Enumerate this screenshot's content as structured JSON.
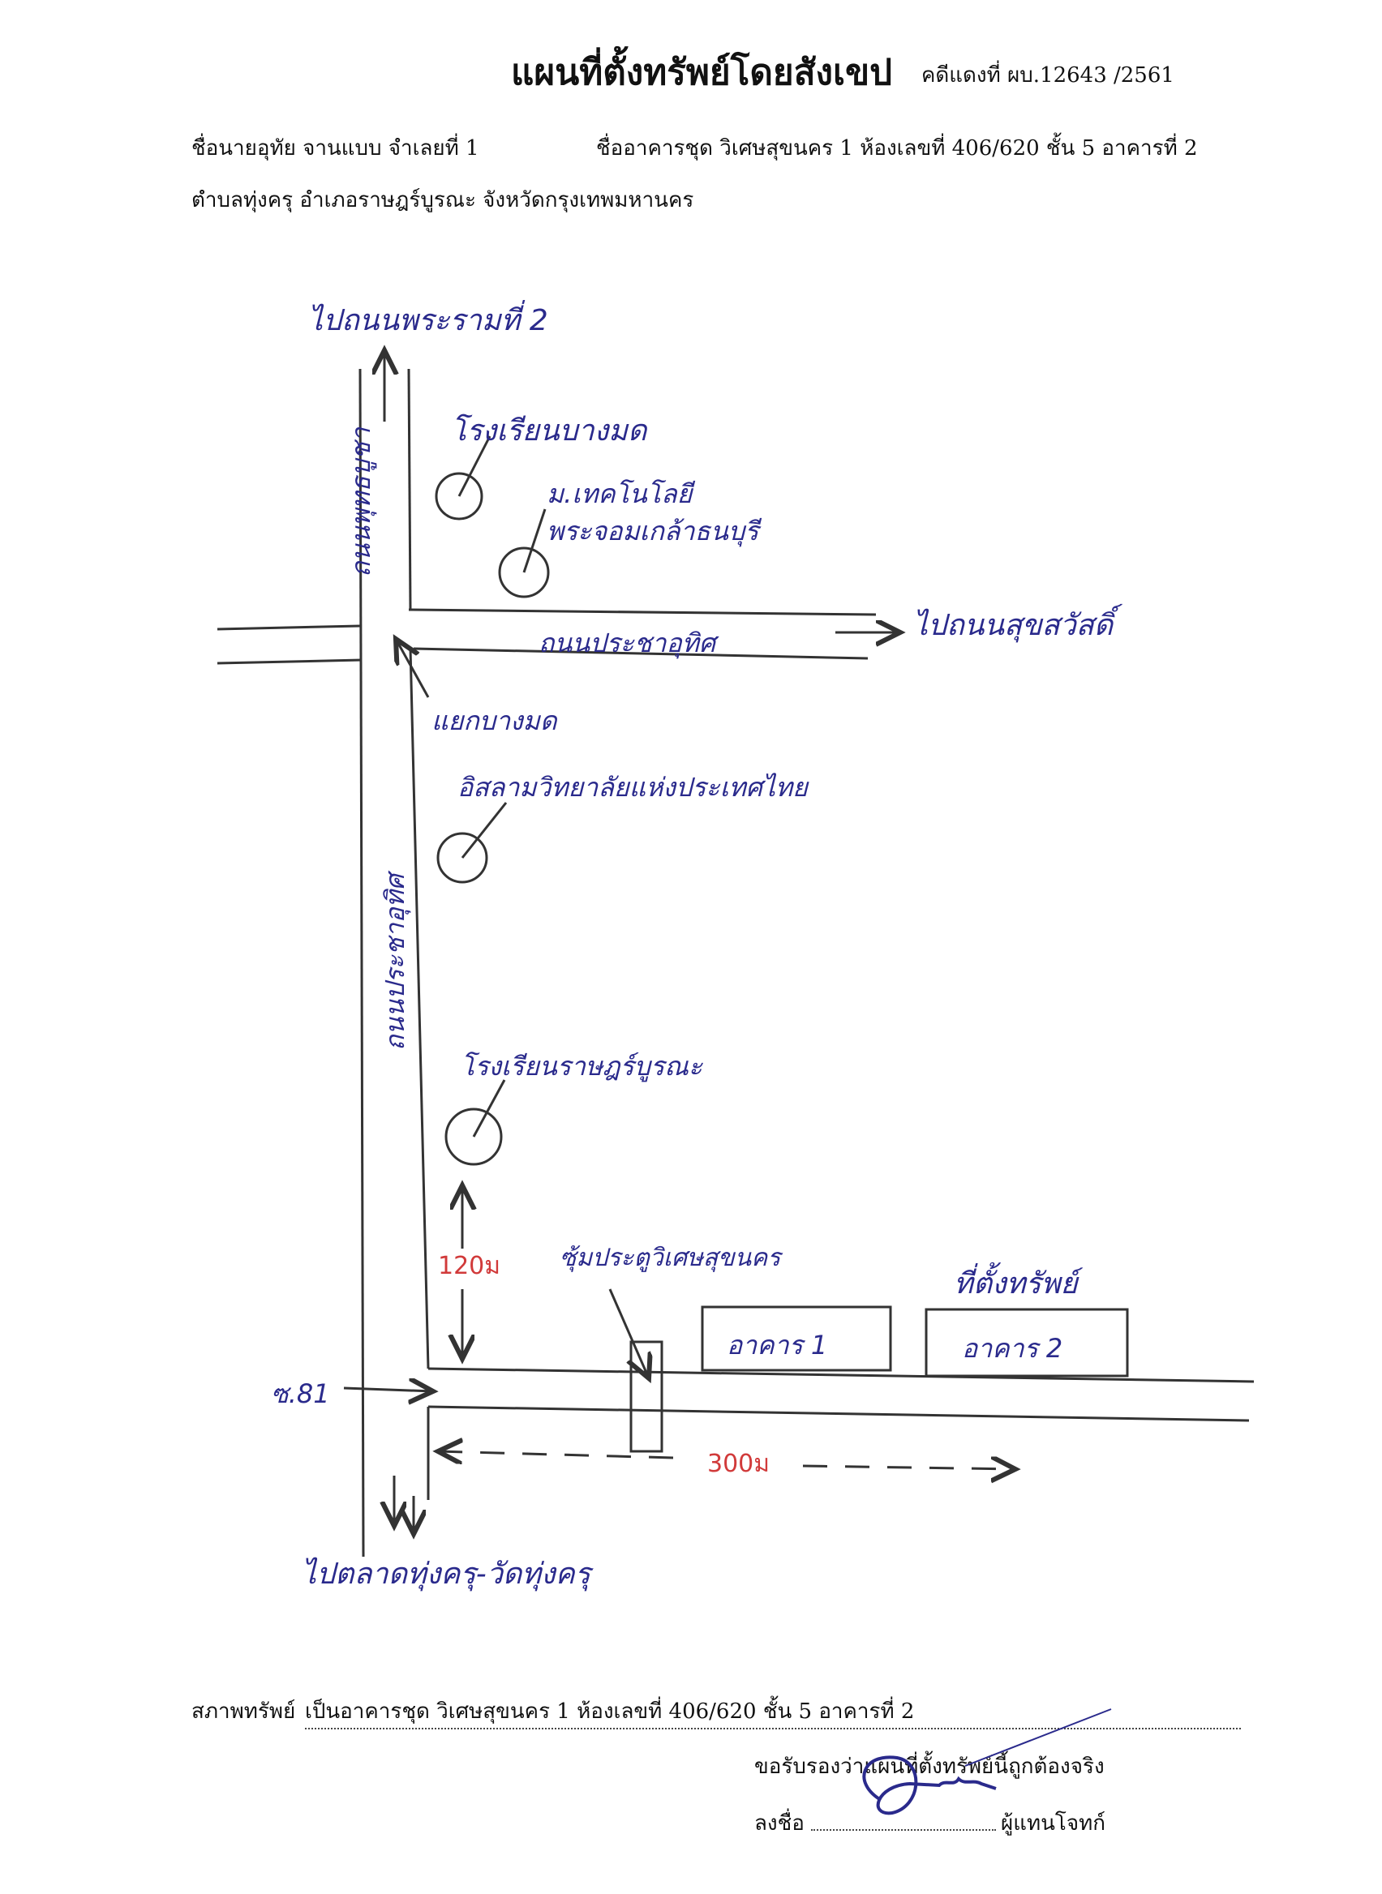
{
  "header": {
    "title": "แผนที่ตั้งทรัพย์โดยสังเขป",
    "case_number": "คดีแดงที่ ผบ.12643 /2561",
    "line1_left": "ชื่อนายอุทัย   จานแบบ  จำเลยที่ 1",
    "line1_right": "ชื่ออาคารชุด  วิเศษสุขนคร 1 ห้องเลขที่ 406/620  ชั้น 5  อาคารที่ 2",
    "line2": "ตำบลทุ่งครุ  อำเภอราษฎร์บูรณะ  จังหวัดกรุงเทพมหานคร"
  },
  "map_labels": {
    "north_dest": "ไปถนนพระรามที่ 2",
    "main_road_upper": "ถนนพุทธบูชา",
    "main_road_lower": "ถนนประชาอุทิศ",
    "school_1": "โรงเรียนบางมด",
    "university": "ม.เทคโนโลยี",
    "university_2": "พระจอมเกล้าธนบุรี",
    "east_road": "ถนนประชาอุทิศ",
    "east_dest": "ไปถนนสุขสวัสดิ์",
    "intersection": "แยกบางมด",
    "college": "อิสลามวิทยาลัยแห่งประเทศไทย",
    "school_2": "โรงเรียนราษฎร์บูรณะ",
    "distance_120": "120ม",
    "gate": "ซุ้มประตูวิเศษสุขนคร",
    "property": "ที่ตั้งทรัพย์",
    "building_1": "อาคาร 1",
    "building_2": "อาคาร 2",
    "soi": "ซ.81",
    "distance_300": "300ม",
    "south_dest": "ไปตลาดทุ่งครุ-วัดทุ่งครุ"
  },
  "footer": {
    "condition_label": "สภาพทรัพย์",
    "condition_value": "เป็นอาคารชุด  วิเศษสุขนคร 1 ห้องเลขที่ 406/620  ชั้น 5  อาคารที่ 2",
    "certify": "ขอรับรองว่าแผนที่ตั้งทรัพย์นี้ถูกต้องจริง",
    "sign_label": "ลงชื่อ",
    "signer_role": "ผู้แทนโจทก์"
  },
  "colors": {
    "ink": "#2a2a8c",
    "line": "#333333",
    "distance": "#d13a3a"
  }
}
